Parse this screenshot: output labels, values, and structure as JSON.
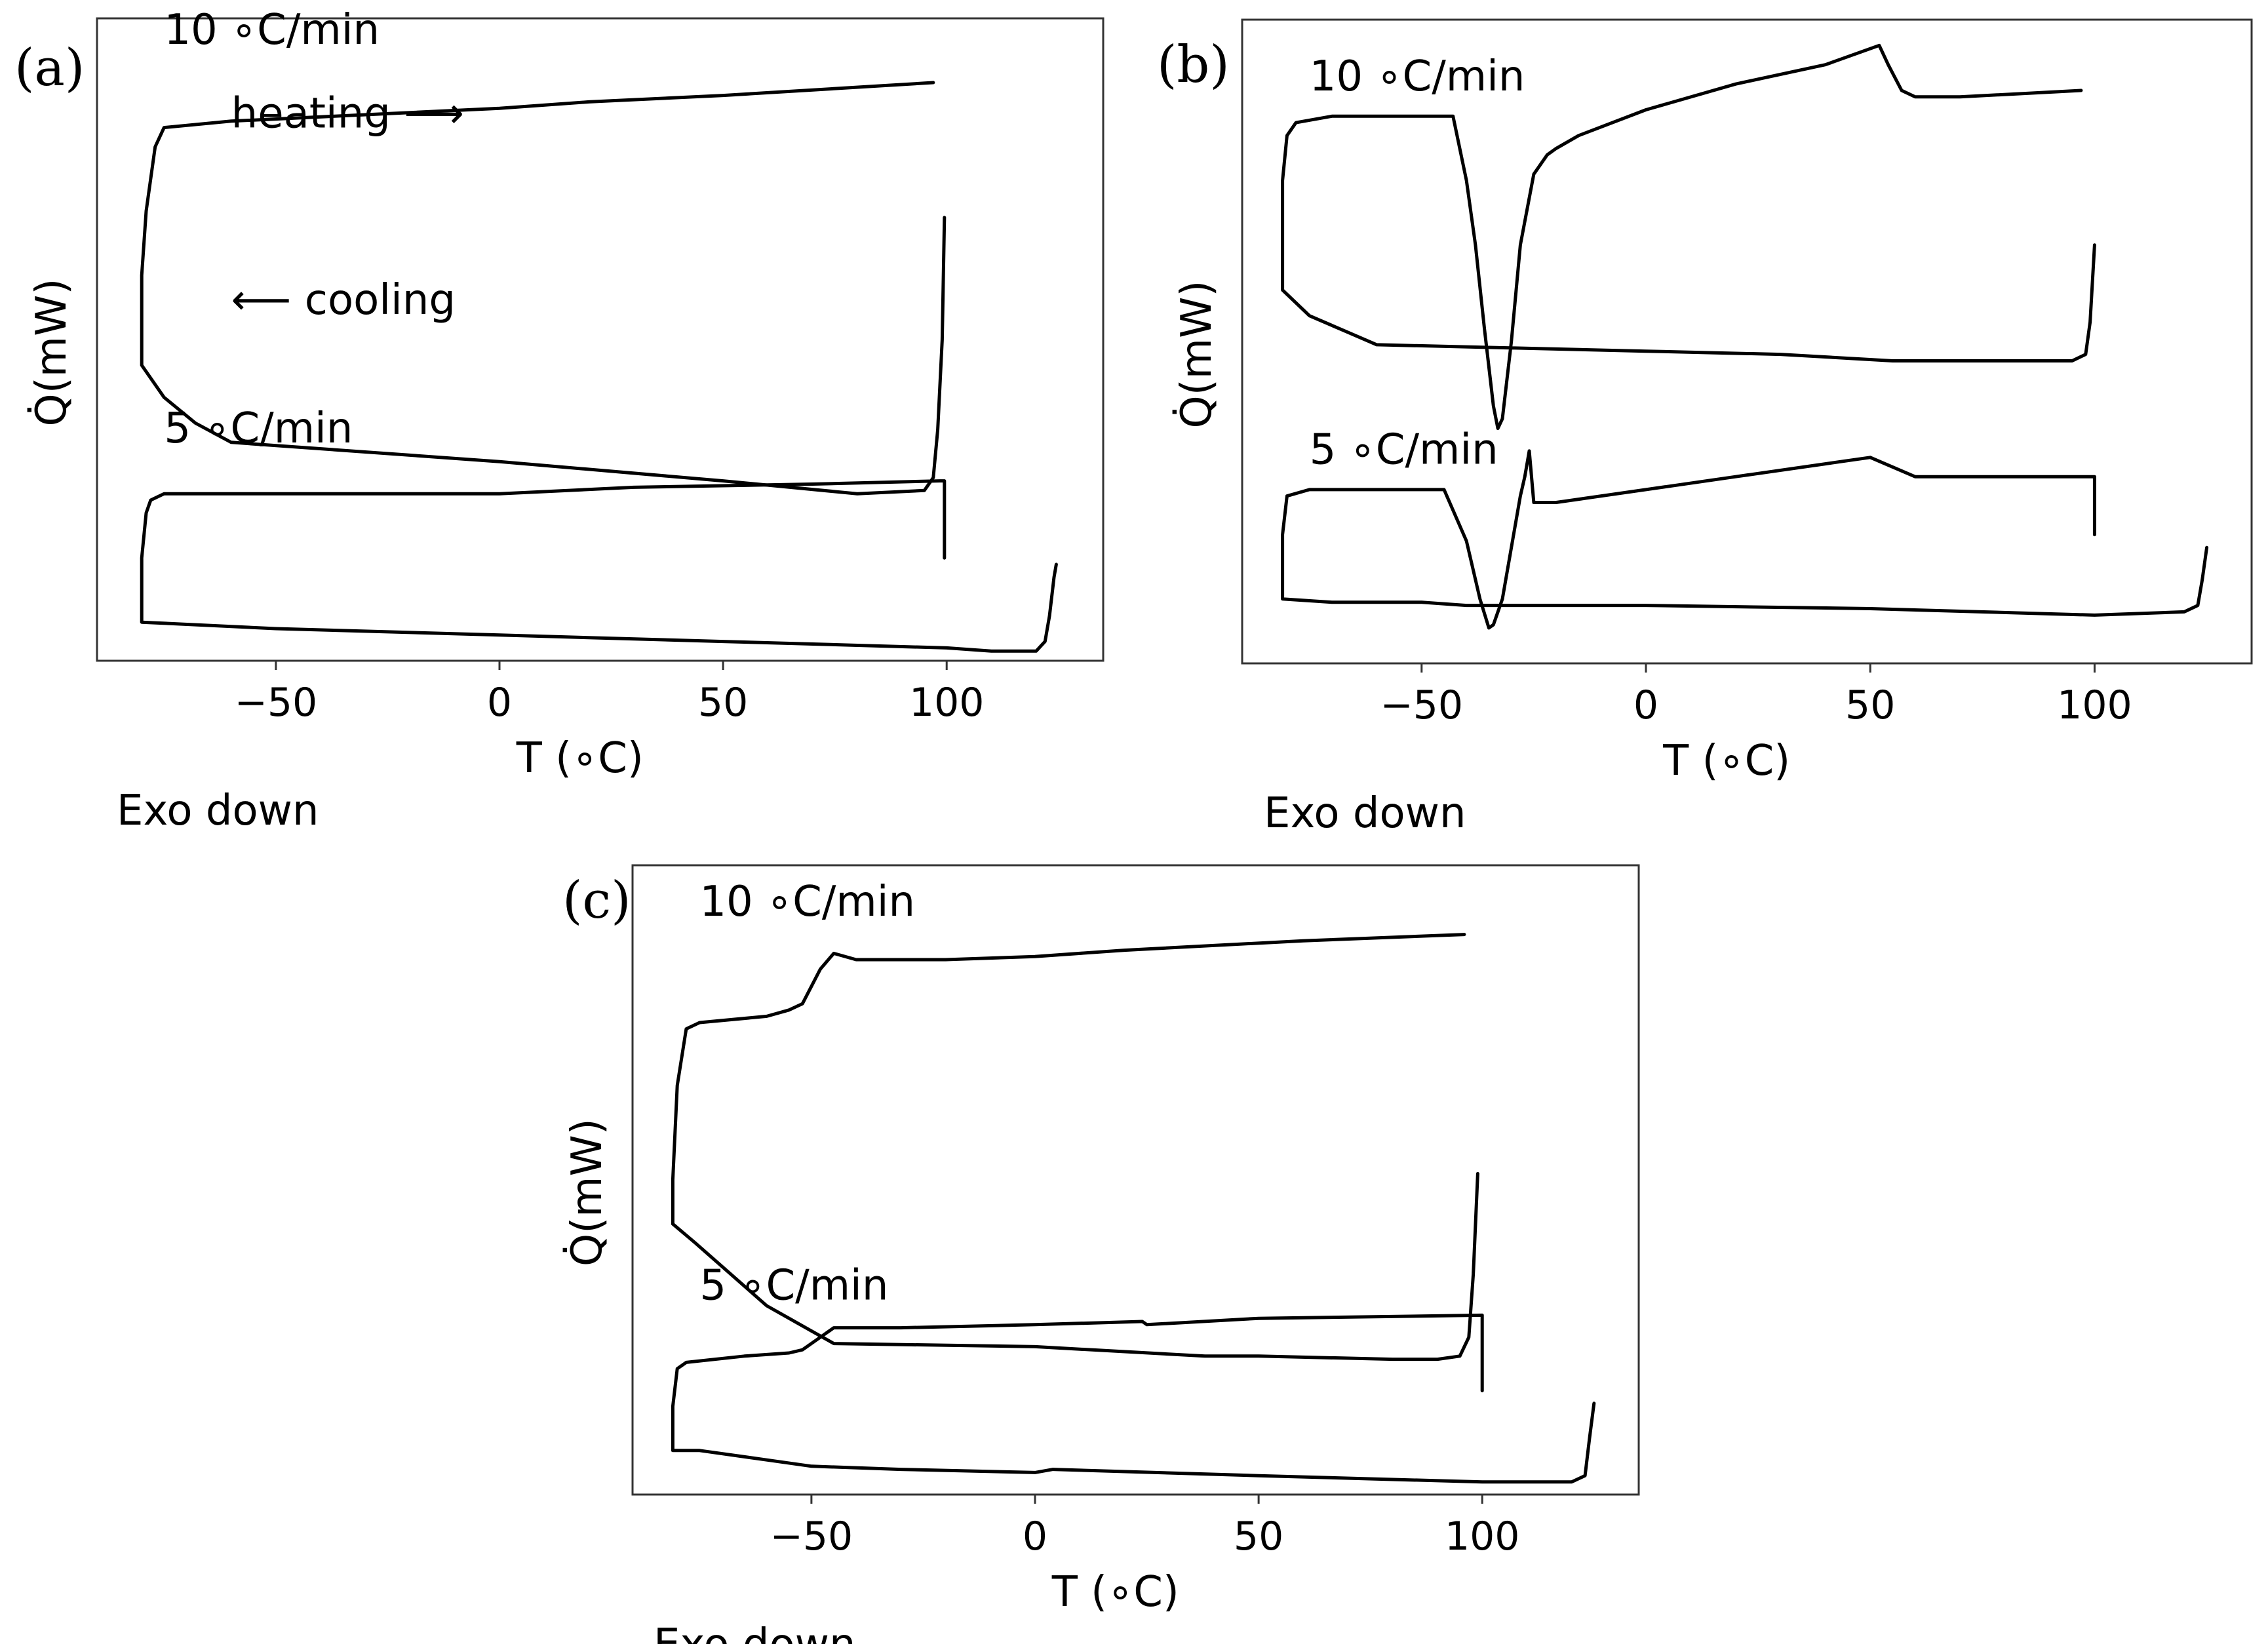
{
  "chart_data": [
    {
      "panel_label": "(a)",
      "type": "line",
      "xlabel": "T (∘C)",
      "ylabel": "Q̇(mW)",
      "xticks": [
        -50,
        0,
        50,
        100
      ],
      "xlim": [
        -90,
        135
      ],
      "ylim": [
        0,
        10
      ],
      "footer": "Exo down",
      "annotations": [
        {
          "id": "rate10",
          "text": "10 ∘C/min",
          "x": -75,
          "y": 9.6
        },
        {
          "id": "heating",
          "text": "heating ⟶",
          "x": -60,
          "y": 8.3
        },
        {
          "id": "cooling",
          "text": "⟵ cooling",
          "x": -60,
          "y": 5.4
        },
        {
          "id": "rate5",
          "text": "5 ∘C/min",
          "x": -75,
          "y": 3.4
        }
      ],
      "series": [
        {
          "x": [
            97,
            50,
            20,
            0,
            -30,
            -60,
            -75,
            -77,
            -79,
            -80,
            -80,
            -80,
            -75,
            -68,
            -60,
            0,
            50,
            80,
            95,
            97,
            98,
            99,
            99.5
          ],
          "y": [
            9.0,
            8.8,
            8.7,
            8.6,
            8.5,
            8.4,
            8.3,
            8.0,
            7.0,
            6.0,
            5.0,
            4.6,
            4.1,
            3.7,
            3.4,
            3.1,
            2.8,
            2.6,
            2.65,
            2.85,
            3.6,
            5.0,
            6.9
          ]
        },
        {
          "x": [
            99.5,
            99.5,
            98.5,
            70,
            30,
            0,
            -40,
            -75,
            -78,
            -79,
            -80,
            -80,
            -80,
            -50,
            0,
            50,
            100,
            110,
            120,
            122,
            123,
            124,
            124.5
          ],
          "y": [
            1.6,
            2.8,
            2.8,
            2.75,
            2.7,
            2.6,
            2.6,
            2.6,
            2.5,
            2.3,
            1.6,
            0.9,
            0.6,
            0.5,
            0.4,
            0.3,
            0.2,
            0.15,
            0.15,
            0.3,
            0.7,
            1.3,
            1.5
          ]
        }
      ]
    },
    {
      "panel_label": "(b)",
      "type": "line",
      "xlabel": "T (∘C)",
      "ylabel": "Q̇(mW)",
      "xticks": [
        -50,
        0,
        50,
        100
      ],
      "xlim": [
        -90,
        135
      ],
      "ylim": [
        0,
        10
      ],
      "footer": "Exo down",
      "annotations": [
        {
          "id": "rate10",
          "text": "10 ∘C/min",
          "x": -75,
          "y": 8.9
        },
        {
          "id": "rate5",
          "text": "5 ∘C/min",
          "x": -75,
          "y": 3.1
        }
      ],
      "series": [
        {
          "x": [
            97,
            70,
            60,
            57,
            54,
            52,
            40,
            20,
            0,
            -15,
            -20,
            -22,
            -25,
            -28,
            -30,
            -32,
            -33,
            -34,
            -36,
            -38,
            -40,
            -43,
            -45,
            -50,
            -70,
            -78,
            -80,
            -81,
            -81,
            -81,
            -75,
            -60,
            -30,
            0,
            30,
            55,
            95,
            98,
            99,
            100
          ],
          "y": [
            8.9,
            8.8,
            8.8,
            8.9,
            9.3,
            9.6,
            9.3,
            9.0,
            8.6,
            8.2,
            8.0,
            7.9,
            7.6,
            6.5,
            5.0,
            3.8,
            3.65,
            4.0,
            5.2,
            6.5,
            7.5,
            8.5,
            8.5,
            8.5,
            8.5,
            8.4,
            8.2,
            7.5,
            6.0,
            5.8,
            5.4,
            4.95,
            4.9,
            4.85,
            4.8,
            4.7,
            4.7,
            4.8,
            5.3,
            6.5
          ]
        },
        {
          "x": [
            100,
            100,
            60,
            50,
            40,
            20,
            0,
            -20,
            -25,
            -26,
            -27,
            -28,
            -30,
            -32,
            -34,
            -35,
            -37,
            -40,
            -45,
            -60,
            -75,
            -80,
            -81,
            -81,
            -70,
            -50,
            -40,
            0,
            50,
            100,
            120,
            123,
            124,
            125
          ],
          "y": [
            2.0,
            2.9,
            2.9,
            3.2,
            3.1,
            2.9,
            2.7,
            2.5,
            2.5,
            3.3,
            2.9,
            2.6,
            1.8,
            1.0,
            0.6,
            0.55,
            1.0,
            1.9,
            2.7,
            2.7,
            2.7,
            2.6,
            2.0,
            1.0,
            0.95,
            0.95,
            0.9,
            0.9,
            0.85,
            0.75,
            0.8,
            0.9,
            1.3,
            1.8
          ]
        }
      ]
    },
    {
      "panel_label": "(c)",
      "type": "line",
      "xlabel": "T (∘C)",
      "ylabel": "Q̇(mW)",
      "xticks": [
        -50,
        0,
        50,
        100
      ],
      "xlim": [
        -90,
        135
      ],
      "ylim": [
        0,
        10
      ],
      "footer": "Exo down",
      "annotations": [
        {
          "id": "rate10",
          "text": "10 ∘C/min",
          "x": -75,
          "y": 9.2
        },
        {
          "id": "rate5",
          "text": "5 ∘C/min",
          "x": -75,
          "y": 3.1
        }
      ],
      "series": [
        {
          "x": [
            96,
            60,
            20,
            0,
            -20,
            -30,
            -40,
            -45,
            -48,
            -52,
            -55,
            -60,
            -75,
            -78,
            -80,
            -81,
            -81,
            -76,
            -68,
            -60,
            -55,
            -50,
            -45,
            0,
            38,
            50,
            80,
            90,
            95,
            97,
            98,
            99
          ],
          "y": [
            8.9,
            8.8,
            8.65,
            8.55,
            8.5,
            8.5,
            8.5,
            8.6,
            8.35,
            7.8,
            7.7,
            7.6,
            7.5,
            7.4,
            6.5,
            5.0,
            4.3,
            4.0,
            3.5,
            3.0,
            2.8,
            2.6,
            2.4,
            2.35,
            2.2,
            2.2,
            2.15,
            2.15,
            2.2,
            2.5,
            3.5,
            5.1
          ]
        },
        {
          "x": [
            100,
            100,
            50,
            25,
            24,
            0,
            -30,
            -45,
            -48,
            -52,
            -55,
            -65,
            -78,
            -80,
            -81,
            -81,
            -75,
            -60,
            -50,
            -30,
            0,
            4,
            50,
            100,
            120,
            123,
            124,
            125
          ],
          "y": [
            1.65,
            2.85,
            2.8,
            2.7,
            2.75,
            2.7,
            2.65,
            2.65,
            2.5,
            2.3,
            2.25,
            2.2,
            2.1,
            2.0,
            1.4,
            0.7,
            0.7,
            0.55,
            0.45,
            0.4,
            0.35,
            0.4,
            0.3,
            0.2,
            0.2,
            0.3,
            0.9,
            1.45
          ]
        }
      ]
    }
  ]
}
